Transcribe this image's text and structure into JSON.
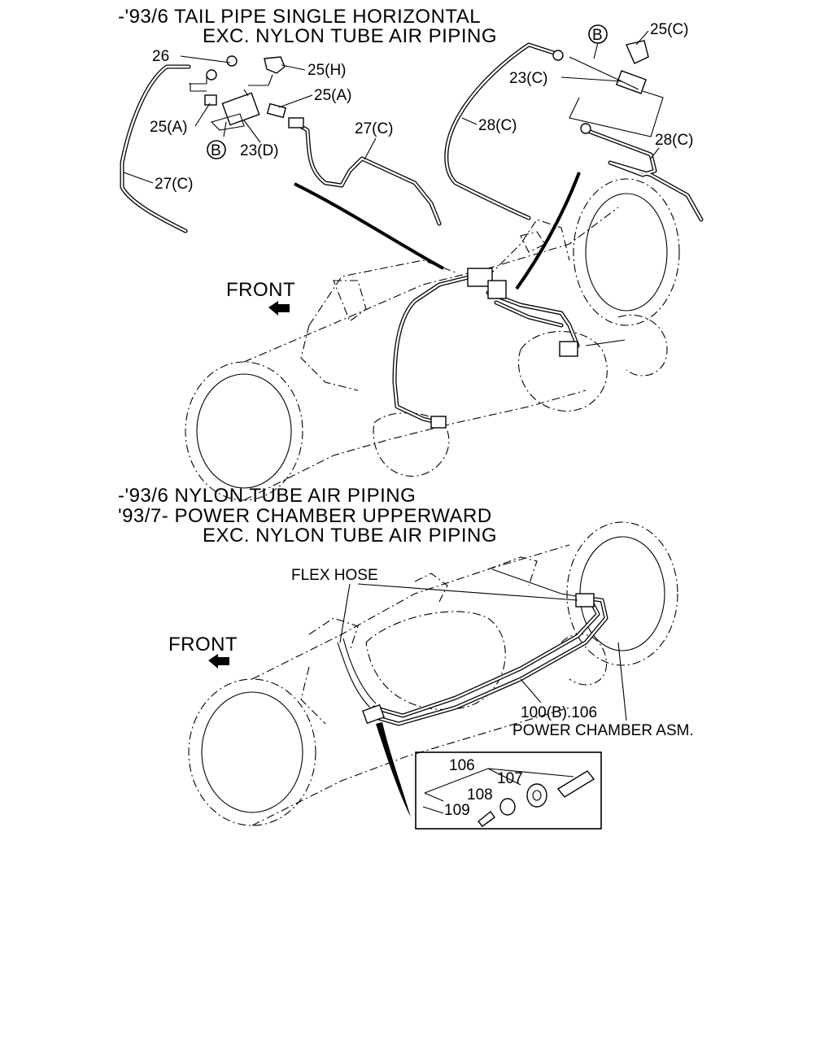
{
  "top_section": {
    "heading_line1": "-'93/6 TAIL PIPE SINGLE HORIZONTAL",
    "heading_line2": "EXC. NYLON TUBE AIR PIPING",
    "front_label": "FRONT",
    "callouts": {
      "c26": "26",
      "c25h": "25(H)",
      "c25a_right": "25(A)",
      "c25a_left": "25(A)",
      "c23d": "23(D)",
      "b_left": "B",
      "c27c_left": "27(C)",
      "c27c_mid": "27(C)",
      "b_right": "B",
      "c25c": "25(C)",
      "c23c": "23(C)",
      "c28c_mid": "28(C)",
      "c28c_right": "28(C)"
    }
  },
  "bottom_section": {
    "heading_line1": "-'93/6  NYLON TUBE AIR PIPING",
    "heading_line2": "'93/7-  POWER CHAMBER UPPERWARD",
    "heading_line3": "EXC. NYLON TUBE AIR PIPING",
    "front_label": "FRONT",
    "flex_hose": "FLEX HOSE",
    "c100": "100(B).106",
    "power_chamber": "POWER CHAMBER ASM.",
    "inset": {
      "c106": "106",
      "c107": "107",
      "c108": "108",
      "c109": "109"
    }
  }
}
